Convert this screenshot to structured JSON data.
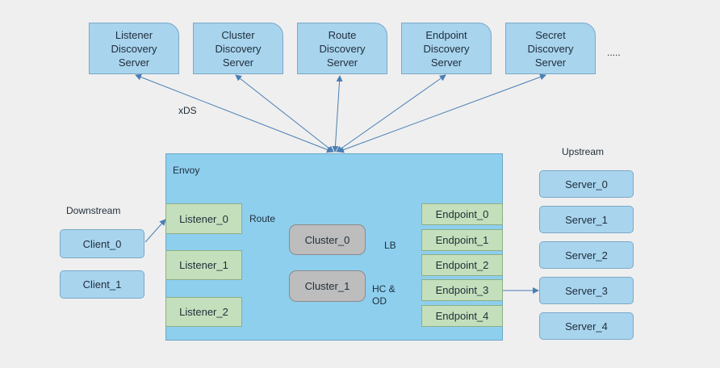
{
  "discovery_servers": [
    {
      "label": "Listener\nDiscovery\nServer"
    },
    {
      "label": "Cluster\nDiscovery\nServer"
    },
    {
      "label": "Route\nDiscovery\nServer"
    },
    {
      "label": "Endpoint\nDiscovery\nServer"
    },
    {
      "label": "Secret\nDiscovery\nServer"
    }
  ],
  "more_label": ".....",
  "xds_label": "xDS",
  "envoy": {
    "label": "Envoy",
    "listeners": [
      "Listener_0",
      "Listener_1",
      "Listener_2"
    ],
    "clusters": [
      "Cluster_0",
      "Cluster_1"
    ],
    "endpoints": [
      "Endpoint_0",
      "Endpoint_1",
      "Endpoint_2",
      "Endpoint_3",
      "Endpoint_4"
    ],
    "route_label": "Route",
    "lb_label": "LB",
    "hc_label": "HC &\nOD"
  },
  "downstream": {
    "label": "Downstream",
    "clients": [
      "Client_0",
      "Client_1"
    ]
  },
  "upstream": {
    "label": "Upstream",
    "servers": [
      "Server_0",
      "Server_1",
      "Server_2",
      "Server_3",
      "Server_4"
    ]
  },
  "colors": {
    "arrow": "#4a7fb5",
    "box_blue": "#a8d4ee",
    "envoy_bg": "#8ecfee",
    "green": "#c4dfbb",
    "gray": "#bdbdbd"
  }
}
